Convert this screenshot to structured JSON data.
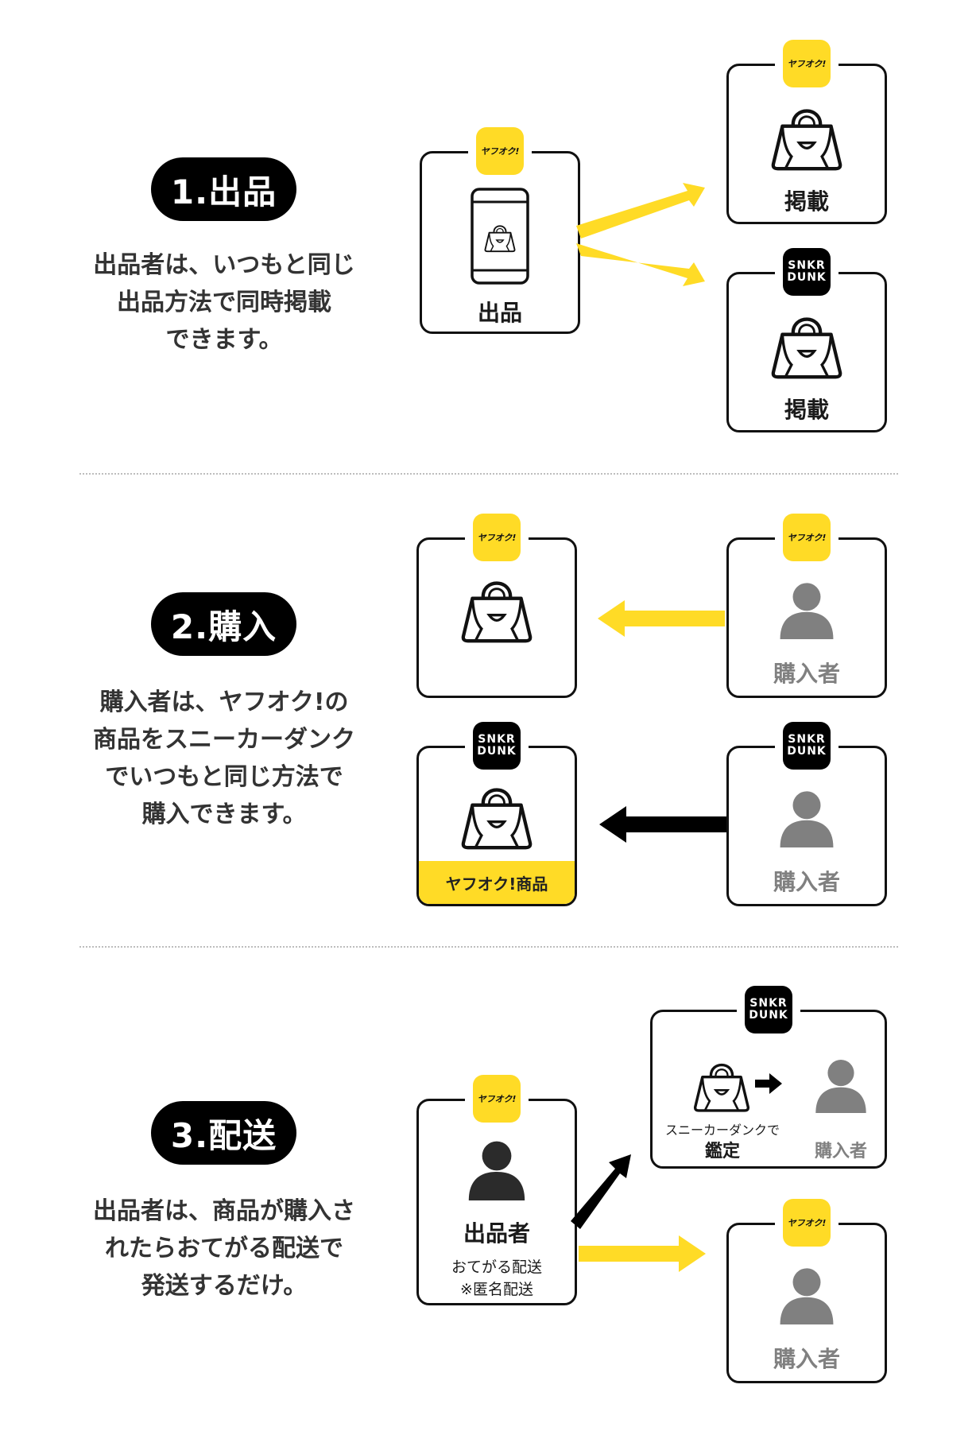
{
  "colors": {
    "accent_yellow": "#ffdb26",
    "black": "#000000",
    "person_gray": "#808080",
    "seller_dark": "#2b2b2b"
  },
  "brands": {
    "yahoo_badge": "ヤフオク!",
    "snkr_line1": "SNKR",
    "snkr_line2": "DUNK"
  },
  "steps": [
    {
      "pill": "1.出品",
      "desc_lines": [
        "出品者は、いつもと同じ",
        "出品方法で同時掲載",
        "できます。"
      ],
      "source_label": "出品",
      "target_yahoo_label": "掲載",
      "target_snkr_label": "掲載"
    },
    {
      "pill": "2.購入",
      "desc_lines": [
        "購入者は、ヤフオク!の",
        "商品をスニーカーダンク",
        "でいつもと同じ方法で",
        "購入できます。"
      ],
      "buyer_yahoo_label": "購入者",
      "buyer_snkr_label": "購入者",
      "item_strip": "ヤフオク!商品"
    },
    {
      "pill": "3.配送",
      "desc_lines": [
        "出品者は、商品が購入さ",
        "れたらおてがる配送で",
        "発送するだけ。"
      ],
      "seller_label": "出品者",
      "seller_sub1": "おてがる配送",
      "seller_sub2": "※匿名配送",
      "snkr_check_line1": "スニーカーダンクで",
      "snkr_check_line2": "鑑定",
      "snkr_buyer_label": "購入者",
      "yahoo_buyer_label": "購入者"
    }
  ],
  "icons": [
    "bag-icon",
    "phone-icon",
    "person-icon",
    "arrow-icon"
  ]
}
